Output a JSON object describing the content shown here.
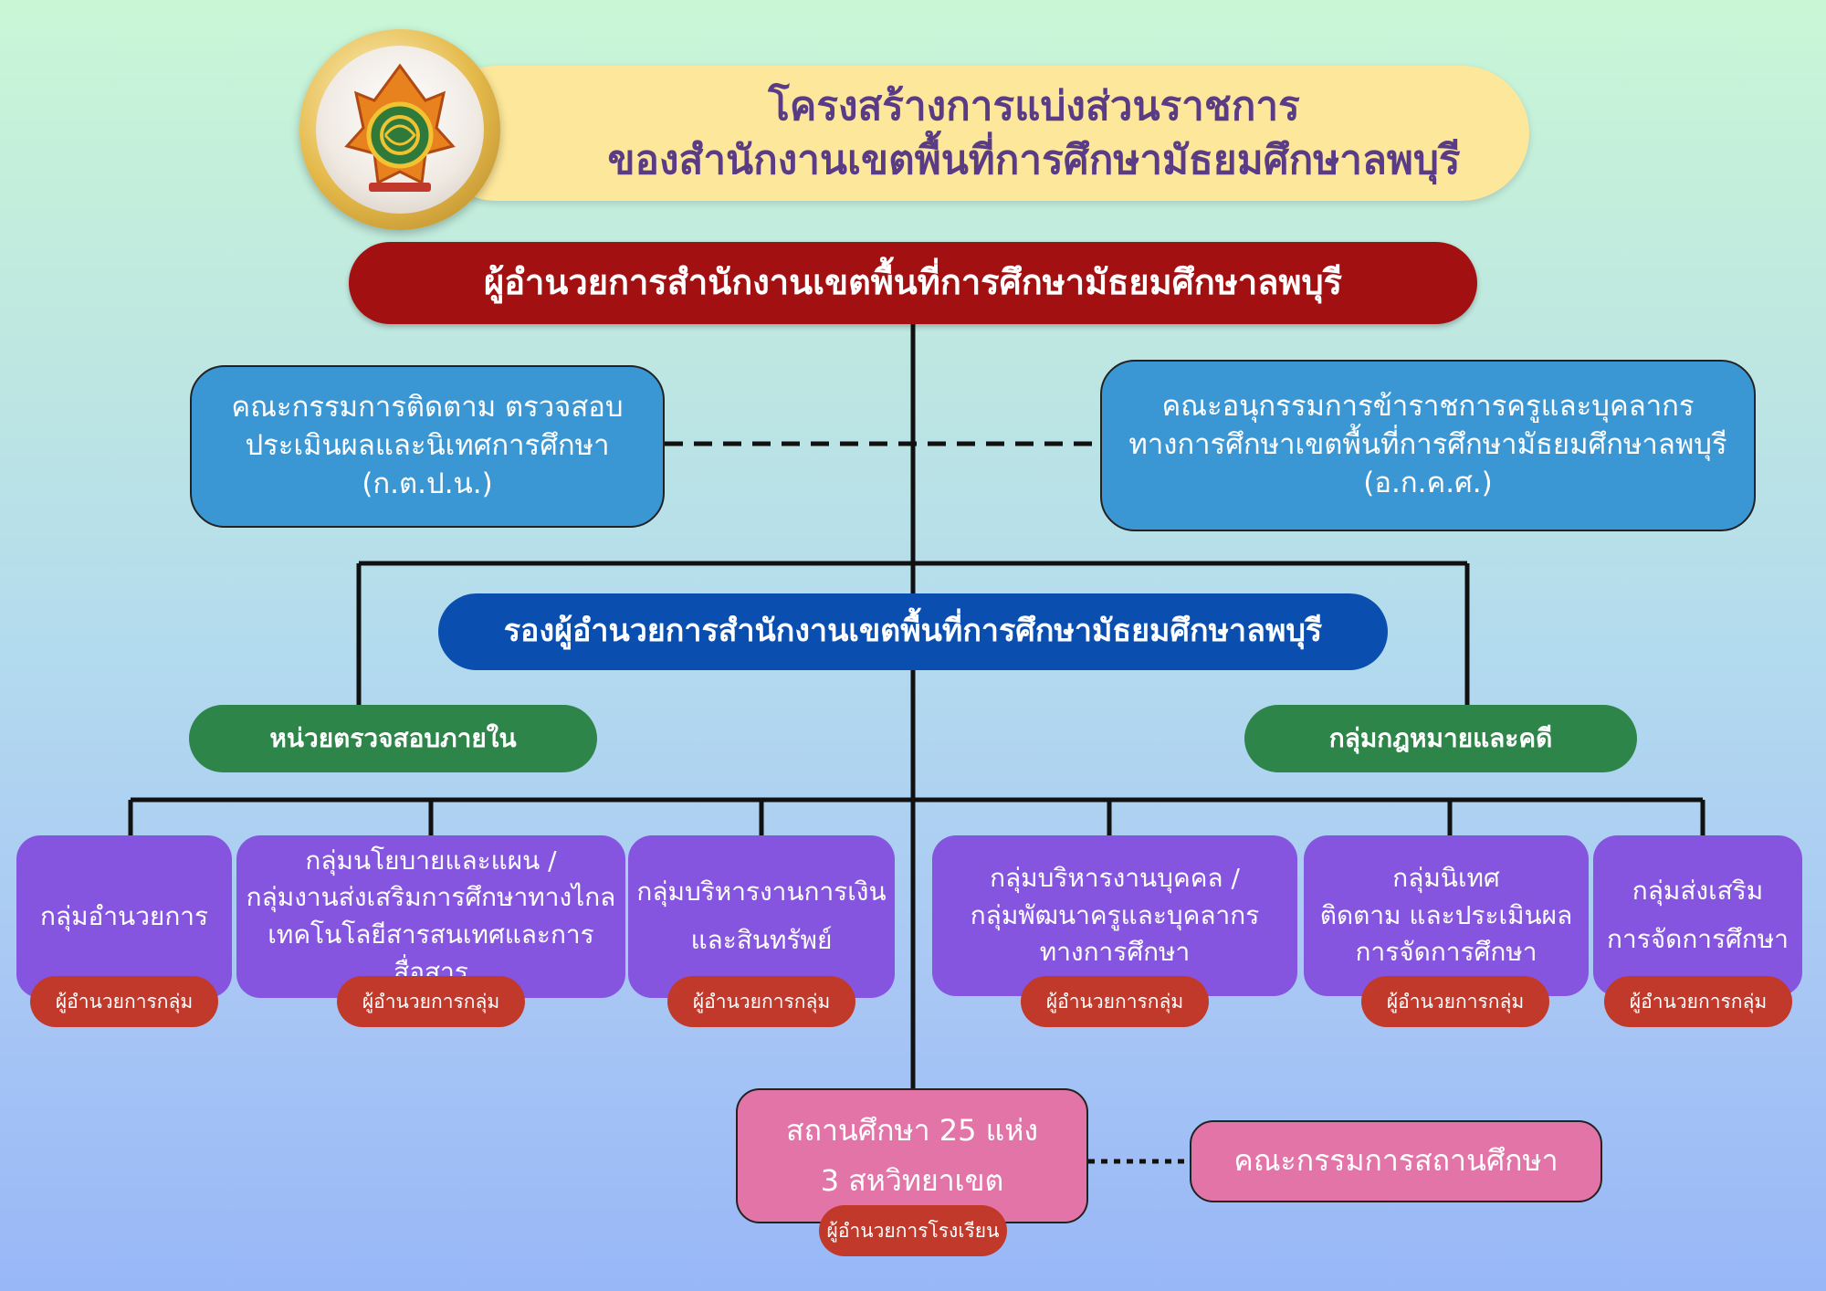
{
  "header": {
    "title_line1": "โครงสร้างการแบ่งส่วนราชการ",
    "title_line2": "ของสำนักงานเขตพื้นที่การศึกษามัธยมศึกษาลพบุรี"
  },
  "director": "ผู้อำนวยการสำนักงานเขตพื้นที่การศึกษามัธยมศึกษาลพบุรี",
  "committees": {
    "left": {
      "line1": "คณะกรรมการติดตาม ตรวจสอบ",
      "line2": "ประเมินผลและนิเทศการศึกษา",
      "line3": "(ก.ต.ป.น.)"
    },
    "right": {
      "line1": "คณะอนุกรรมการข้าราชการครูและบุคลากร",
      "line2": "ทางการศึกษาเขตพื้นที่การศึกษามัธยมศึกษาลพบุรี",
      "line3": "(อ.ก.ค.ศ.)"
    }
  },
  "deputy": "รองผู้อำนวยการสำนักงานเขตพื้นที่การศึกษามัธยมศึกษาลพบุรี",
  "units": {
    "internal_audit": "หน่วยตรวจสอบภายใน",
    "legal": "กลุ่มกฎหมายและคดี"
  },
  "groups": [
    {
      "lines": [
        "กลุ่มอำนวยการ"
      ],
      "badge": "ผู้อำนวยการกลุ่ม"
    },
    {
      "lines": [
        "กลุ่มนโยบายและแผน /",
        "กลุ่มงานส่งเสริมการศึกษาทางไกล",
        "เทคโนโลยีสารสนเทศและการสื่อสาร"
      ],
      "badge": "ผู้อำนวยการกลุ่ม"
    },
    {
      "lines": [
        "กลุ่มบริหารงานการเงิน",
        "และสินทรัพย์"
      ],
      "badge": "ผู้อำนวยการกลุ่ม"
    },
    {
      "lines": [
        "กลุ่มบริหารงานบุคคล /",
        "กลุ่มพัฒนาครูและบุคลากร",
        "ทางการศึกษา"
      ],
      "badge": "ผู้อำนวยการกลุ่ม"
    },
    {
      "lines": [
        "กลุ่มนิเทศ",
        "ติดตาม และประเมินผล",
        "การจัดการศึกษา"
      ],
      "badge": "ผู้อำนวยการกลุ่ม"
    },
    {
      "lines": [
        "กลุ่มส่งเสริม",
        "การจัดการศึกษา"
      ],
      "badge": "ผู้อำนวยการกลุ่ม"
    }
  ],
  "schools": {
    "line1": "สถานศึกษา 25 แห่ง",
    "line2": "3 สหวิทยาเขต",
    "badge": "ผู้อำนวยการโรงเรียน"
  },
  "school_committee": "คณะกรรมการสถานศึกษา",
  "colors": {
    "title_bar": "#fde79a",
    "title_text": "#5a3c86",
    "director": "#a31012",
    "committee": "#3b97d4",
    "deputy": "#0a4fb0",
    "unit": "#2e8549",
    "group": "#8655e0",
    "badge": "#c0392b",
    "school": "#e374a8"
  }
}
